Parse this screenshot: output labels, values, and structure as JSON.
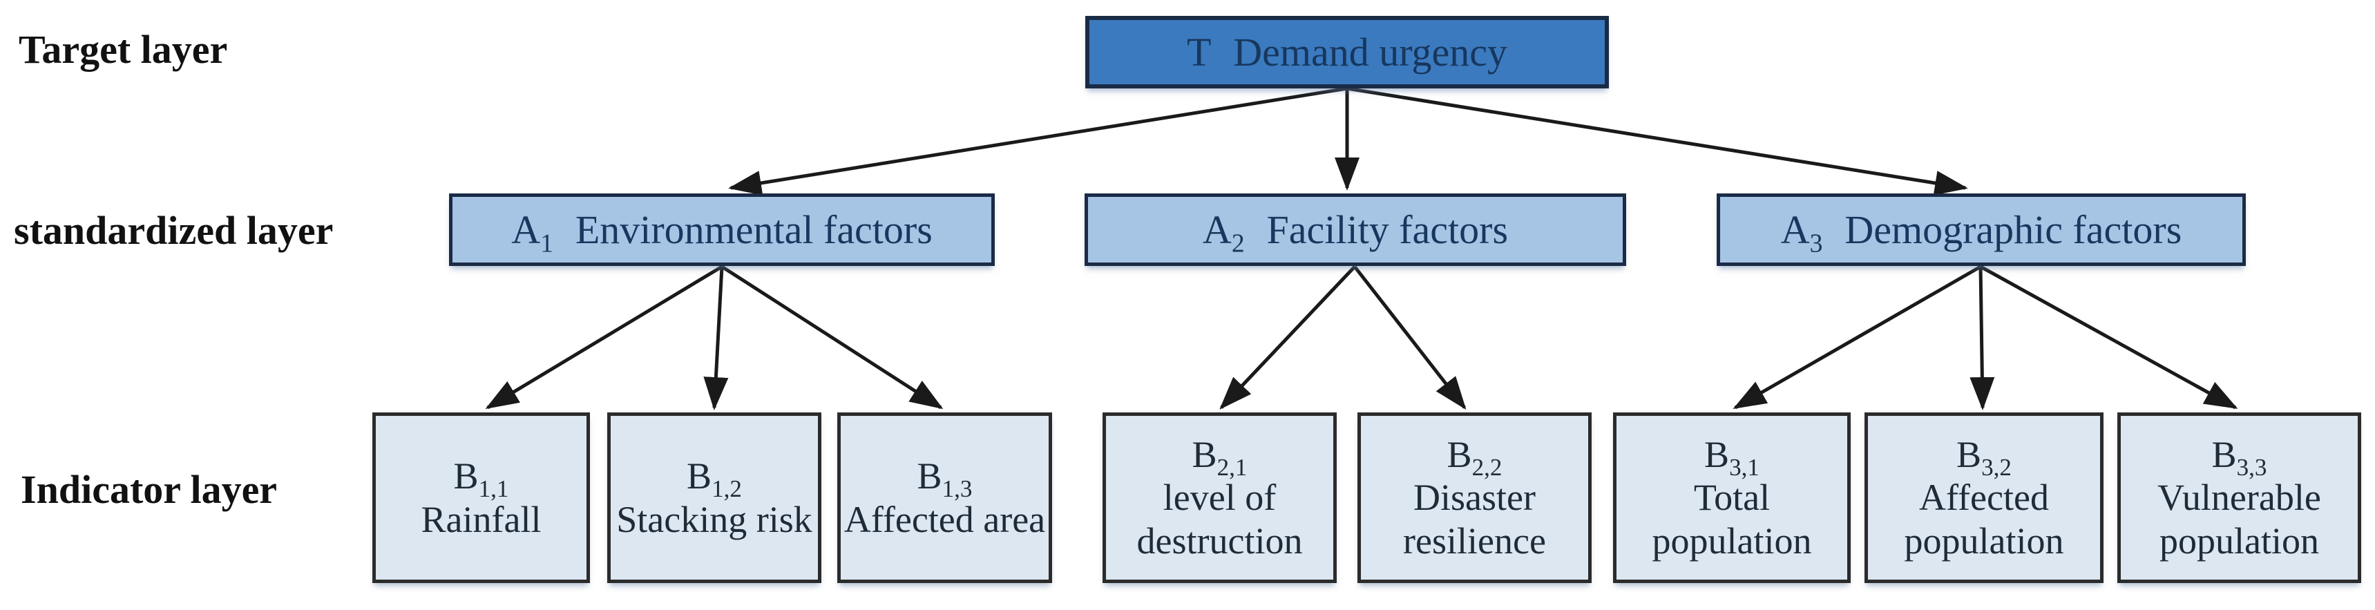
{
  "labels": {
    "target_layer": "Target layer",
    "standardized_layer": "standardized layer",
    "indicator_layer": "Indicator layer"
  },
  "target_node": {
    "id": "T",
    "name": "Demand urgency"
  },
  "standardized_nodes": [
    {
      "id": "A",
      "sub": "1",
      "name": "Environmental factors"
    },
    {
      "id": "A",
      "sub": "2",
      "name": "Facility factors"
    },
    {
      "id": "A",
      "sub": "3",
      "name": "Demographic factors"
    }
  ],
  "indicator_nodes": [
    {
      "id": "B",
      "sub": "1,1",
      "name": "Rainfall"
    },
    {
      "id": "B",
      "sub": "1,2",
      "name": "Stacking risk"
    },
    {
      "id": "B",
      "sub": "1,3",
      "name": "Affected area"
    },
    {
      "id": "B",
      "sub": "2,1",
      "name": "level of destruction"
    },
    {
      "id": "B",
      "sub": "2,2",
      "name": "Disaster resilience"
    },
    {
      "id": "B",
      "sub": "3,1",
      "name": "Total population"
    },
    {
      "id": "B",
      "sub": "3,2",
      "name": "Affected population"
    },
    {
      "id": "B",
      "sub": "3,3",
      "name": "Vulnerable population"
    }
  ],
  "colors": {
    "target_fill": "#3B7ABF",
    "standardized_fill": "#A6C4E4",
    "indicator_fill": "#DDE7F2",
    "box_border": "#1A2B45",
    "indicator_border": "#2B2B2B",
    "node_text": "#17375E",
    "indicator_text": "#202B38",
    "label_text": "#111111",
    "arrow": "#1A1A1A"
  }
}
